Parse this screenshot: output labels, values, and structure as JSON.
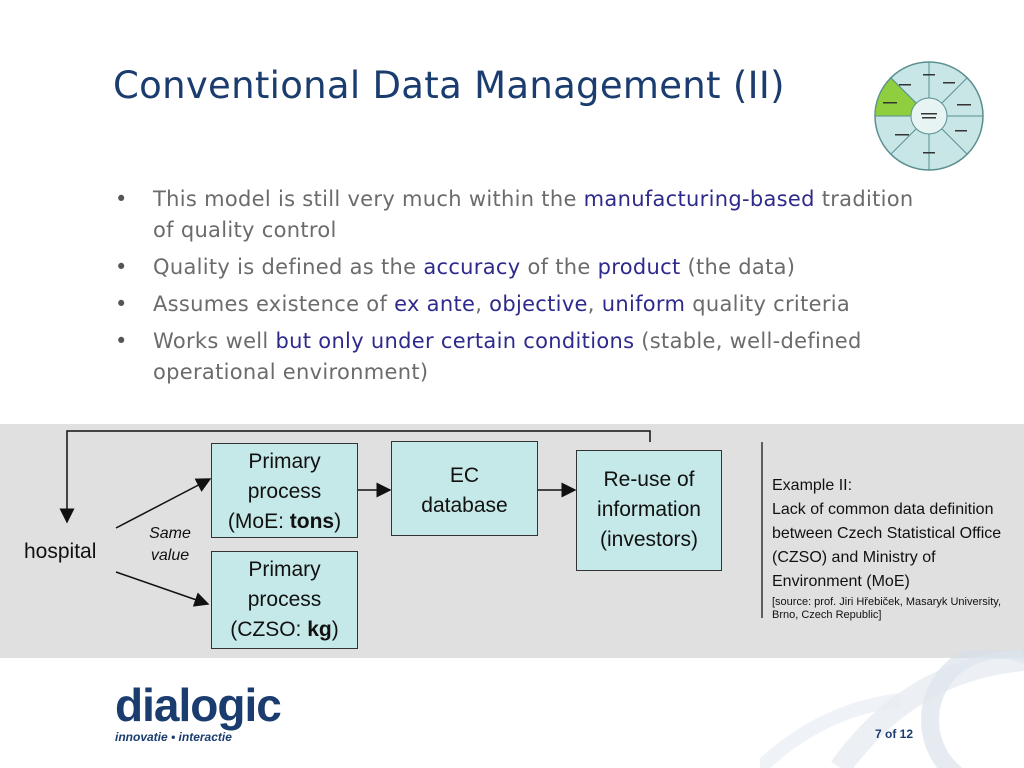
{
  "title": "Conventional Data Management (II)",
  "bullets": [
    {
      "parts": [
        {
          "text": "This model is still very much within the ",
          "hl": false
        },
        {
          "text": "manufacturing-based",
          "hl": true
        },
        {
          "text": " tradition of quality control",
          "hl": false
        }
      ]
    },
    {
      "parts": [
        {
          "text": "Quality is defined as the ",
          "hl": false
        },
        {
          "text": "accuracy",
          "hl": true
        },
        {
          "text": " of the ",
          "hl": false
        },
        {
          "text": "product",
          "hl": true
        },
        {
          "text": " (the data)",
          "hl": false
        }
      ]
    },
    {
      "parts": [
        {
          "text": "Assumes existence of ",
          "hl": false
        },
        {
          "text": "ex ante",
          "hl": true
        },
        {
          "text": ", ",
          "hl": false
        },
        {
          "text": "objective",
          "hl": true
        },
        {
          "text": ", ",
          "hl": false
        },
        {
          "text": "uniform",
          "hl": true
        },
        {
          "text": " quality criteria",
          "hl": false
        }
      ]
    },
    {
      "parts": [
        {
          "text": "Works well ",
          "hl": false
        },
        {
          "text": "but only under certain conditions",
          "hl": true
        },
        {
          "text": " (stable, well-defined operational environment)",
          "hl": false
        }
      ]
    }
  ],
  "diagram": {
    "hospital": "hospital",
    "same_value": "Same value",
    "box_primary_moe": {
      "line1": "Primary",
      "line2": "process",
      "prefix": "(MoE: ",
      "bold": "tons",
      "suffix": ")"
    },
    "box_primary_czso": {
      "line1": "Primary",
      "line2": "process",
      "prefix": "(CZSO: ",
      "bold": "kg",
      "suffix": ")"
    },
    "box_ec": {
      "line1": "EC",
      "line2": "database"
    },
    "box_reuse": {
      "line1": "Re-use of",
      "line2": "information",
      "line3": "(investors)"
    },
    "example": {
      "heading": "Example II:",
      "body": "Lack of common data definition between Czech Statistical Office (CZSO) and Ministry of Environment (MoE)",
      "source": "[source: prof. Jiri Hřebiček, Masaryk University, Brno, Czech Republic]"
    }
  },
  "logo": {
    "word": "dialogic",
    "tagline": "innovatie • interactie"
  },
  "page": "7 of 12",
  "colors": {
    "title": "#1a3c6e",
    "highlight": "#2e2a8c",
    "box_fill": "#c5e8e8",
    "band": "#e0e0e0"
  },
  "wheel_image_icon": "data-management-wheel-icon"
}
